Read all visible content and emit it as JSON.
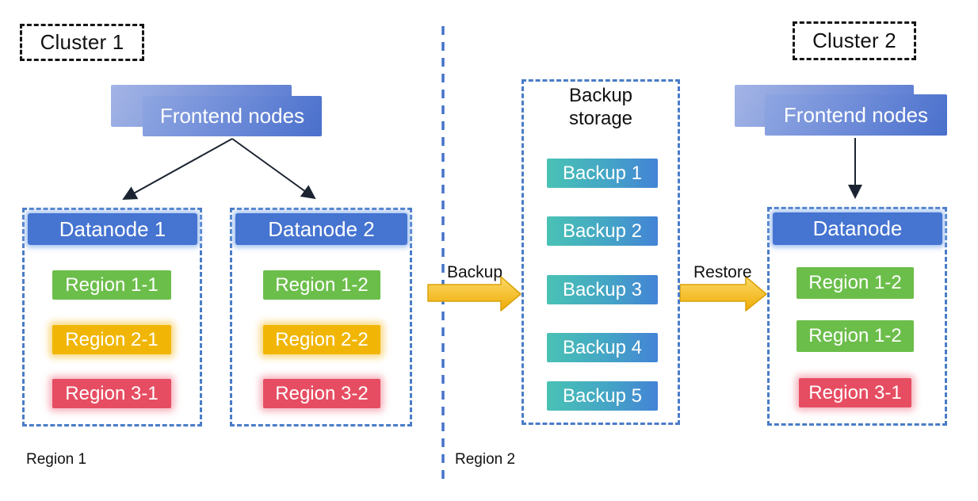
{
  "cluster1": {
    "label": "Cluster 1",
    "frontend_label": "Frontend nodes",
    "datanode1": {
      "title": "Datanode 1",
      "regions": [
        {
          "label": "Region 1-1",
          "color": "#6CBE4B"
        },
        {
          "label": "Region 2-1",
          "color": "#F1B605"
        },
        {
          "label": "Region 3-1",
          "color": "#E64D62"
        }
      ]
    },
    "datanode2": {
      "title": "Datanode 2",
      "regions": [
        {
          "label": "Region 1-2",
          "color": "#6CBE4B"
        },
        {
          "label": "Region 2-2",
          "color": "#F1B605"
        },
        {
          "label": "Region 3-2",
          "color": "#E64D62"
        }
      ]
    }
  },
  "backup_storage": {
    "title": "Backup storage",
    "items": [
      "Backup 1",
      "Backup 2",
      "Backup 3",
      "Backup 4",
      "Backup 5"
    ]
  },
  "flow": {
    "backup_label": "Backup",
    "restore_label": "Restore"
  },
  "cluster2": {
    "label": "Cluster 2",
    "frontend_label": "Frontend nodes",
    "datanode": {
      "title": "Datanode",
      "regions": [
        {
          "label": "Region 1-2",
          "color": "#6CBE4B"
        },
        {
          "label": "Region 1-2",
          "color": "#6CBE4B"
        },
        {
          "label": "Region 3-1",
          "color": "#E64D62"
        }
      ]
    }
  },
  "footnotes": {
    "region1": "Region 1",
    "region2": "Region 2"
  },
  "colors": {
    "container_dash_blue": "#4A7CC8",
    "datanode_header_blue": "#4574D1",
    "region_green": "#6CBE4B",
    "region_amber": "#F1B605",
    "region_red": "#E64D62",
    "backup_gradient_start": "#49C2B4",
    "backup_gradient_end": "#4383D6",
    "arrow_yellow_light": "#FBDA68",
    "arrow_yellow_dark": "#EFAB05",
    "frontend_gradient_light": "#8EA6E1",
    "frontend_gradient_dark": "#4A70CC"
  }
}
